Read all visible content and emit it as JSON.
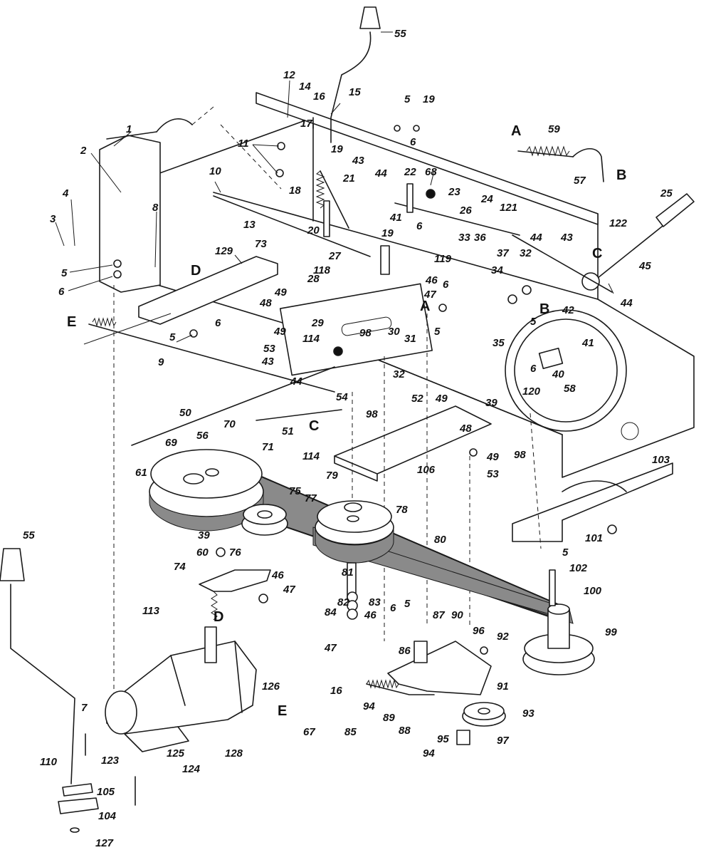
{
  "diagram": {
    "callouts": [
      {
        "id": "c1",
        "text": "1"
      },
      {
        "id": "c2",
        "text": "2"
      },
      {
        "id": "c3",
        "text": "3"
      },
      {
        "id": "c4",
        "text": "4"
      },
      {
        "id": "c5a",
        "text": "5"
      },
      {
        "id": "c6a",
        "text": "6"
      },
      {
        "id": "c8",
        "text": "8"
      },
      {
        "id": "c129",
        "text": "129"
      },
      {
        "id": "c73",
        "text": "73"
      },
      {
        "id": "c5b",
        "text": "5"
      },
      {
        "id": "c6b",
        "text": "6"
      },
      {
        "id": "c9",
        "text": "9"
      },
      {
        "id": "c10",
        "text": "10"
      },
      {
        "id": "c11",
        "text": "11"
      },
      {
        "id": "c12",
        "text": "12"
      },
      {
        "id": "c13",
        "text": "13"
      },
      {
        "id": "c14",
        "text": "14"
      },
      {
        "id": "c16a",
        "text": "16"
      },
      {
        "id": "c17",
        "text": "17"
      },
      {
        "id": "c18",
        "text": "18"
      },
      {
        "id": "c19a",
        "text": "19"
      },
      {
        "id": "c21",
        "text": "21"
      },
      {
        "id": "c20",
        "text": "20"
      },
      {
        "id": "c15",
        "text": "15"
      },
      {
        "id": "c55a",
        "text": "55"
      },
      {
        "id": "c5c",
        "text": "5"
      },
      {
        "id": "c19b",
        "text": "19"
      },
      {
        "id": "c6c",
        "text": "6"
      },
      {
        "id": "c43a",
        "text": "43"
      },
      {
        "id": "c44a",
        "text": "44"
      },
      {
        "id": "c22",
        "text": "22"
      },
      {
        "id": "c68",
        "text": "68"
      },
      {
        "id": "c23",
        "text": "23"
      },
      {
        "id": "c24",
        "text": "24"
      },
      {
        "id": "c26",
        "text": "26"
      },
      {
        "id": "c121",
        "text": "121"
      },
      {
        "id": "c41a",
        "text": "41"
      },
      {
        "id": "c19c",
        "text": "19"
      },
      {
        "id": "c6d",
        "text": "6"
      },
      {
        "id": "c119",
        "text": "119"
      },
      {
        "id": "c27",
        "text": "27"
      },
      {
        "id": "c118",
        "text": "118"
      },
      {
        "id": "c28",
        "text": "28"
      },
      {
        "id": "c49a",
        "text": "49"
      },
      {
        "id": "c48a",
        "text": "48"
      },
      {
        "id": "c29",
        "text": "29"
      },
      {
        "id": "c30",
        "text": "30"
      },
      {
        "id": "c98a",
        "text": "98"
      },
      {
        "id": "c31",
        "text": "31"
      },
      {
        "id": "c46a",
        "text": "46"
      },
      {
        "id": "c47a",
        "text": "47"
      },
      {
        "id": "c5d",
        "text": "5"
      },
      {
        "id": "c33",
        "text": "33"
      },
      {
        "id": "c36",
        "text": "36"
      },
      {
        "id": "c37",
        "text": "37"
      },
      {
        "id": "c32a",
        "text": "32"
      },
      {
        "id": "c34",
        "text": "34"
      },
      {
        "id": "c6e",
        "text": "6"
      },
      {
        "id": "c59",
        "text": "59"
      },
      {
        "id": "c57",
        "text": "57"
      },
      {
        "id": "c25",
        "text": "25"
      },
      {
        "id": "c122",
        "text": "122"
      },
      {
        "id": "c44b",
        "text": "44"
      },
      {
        "id": "c43b",
        "text": "43"
      },
      {
        "id": "c45",
        "text": "45"
      },
      {
        "id": "c42",
        "text": "42"
      },
      {
        "id": "c44c",
        "text": "44"
      },
      {
        "id": "c41b",
        "text": "41"
      },
      {
        "id": "c5e",
        "text": "5"
      },
      {
        "id": "c35",
        "text": "35"
      },
      {
        "id": "c40",
        "text": "40"
      },
      {
        "id": "c58",
        "text": "58"
      },
      {
        "id": "c120",
        "text": "120"
      },
      {
        "id": "c6f",
        "text": "6"
      },
      {
        "id": "c39a",
        "text": "39"
      },
      {
        "id": "c49b",
        "text": "49"
      },
      {
        "id": "c114a",
        "text": "114"
      },
      {
        "id": "c53a",
        "text": "53"
      },
      {
        "id": "c54",
        "text": "54"
      },
      {
        "id": "c43c",
        "text": "43"
      },
      {
        "id": "c44d",
        "text": "44"
      },
      {
        "id": "c32b",
        "text": "32"
      },
      {
        "id": "c98b",
        "text": "98"
      },
      {
        "id": "c52",
        "text": "52"
      },
      {
        "id": "c49c",
        "text": "49"
      },
      {
        "id": "c48b",
        "text": "48"
      },
      {
        "id": "c50",
        "text": "50"
      },
      {
        "id": "c51",
        "text": "51"
      },
      {
        "id": "c56",
        "text": "56"
      },
      {
        "id": "c70",
        "text": "70"
      },
      {
        "id": "c69",
        "text": "69"
      },
      {
        "id": "c71",
        "text": "71"
      },
      {
        "id": "c114b",
        "text": "114"
      },
      {
        "id": "c61",
        "text": "61"
      },
      {
        "id": "c79",
        "text": "79"
      },
      {
        "id": "c75",
        "text": "75"
      },
      {
        "id": "c77",
        "text": "77"
      },
      {
        "id": "c78",
        "text": "78"
      },
      {
        "id": "c106",
        "text": "106"
      },
      {
        "id": "c49d",
        "text": "49"
      },
      {
        "id": "c53b",
        "text": "53"
      },
      {
        "id": "c98c",
        "text": "98"
      },
      {
        "id": "c103",
        "text": "103"
      },
      {
        "id": "c101",
        "text": "101"
      },
      {
        "id": "c5f",
        "text": "5"
      },
      {
        "id": "c102",
        "text": "102"
      },
      {
        "id": "c100",
        "text": "100"
      },
      {
        "id": "c80",
        "text": "80"
      },
      {
        "id": "c39b",
        "text": "39"
      },
      {
        "id": "c60",
        "text": "60"
      },
      {
        "id": "c76",
        "text": "76"
      },
      {
        "id": "c74",
        "text": "74"
      },
      {
        "id": "c46b",
        "text": "46"
      },
      {
        "id": "c47b",
        "text": "47"
      },
      {
        "id": "c81",
        "text": "81"
      },
      {
        "id": "c82",
        "text": "82"
      },
      {
        "id": "c83",
        "text": "83"
      },
      {
        "id": "c84",
        "text": "84"
      },
      {
        "id": "c46c",
        "text": "46"
      },
      {
        "id": "c47c",
        "text": "47"
      },
      {
        "id": "c6g",
        "text": "6"
      },
      {
        "id": "c5g",
        "text": "5"
      },
      {
        "id": "c87",
        "text": "87"
      },
      {
        "id": "c90",
        "text": "90"
      },
      {
        "id": "c96",
        "text": "96"
      },
      {
        "id": "c92",
        "text": "92"
      },
      {
        "id": "c99",
        "text": "99"
      },
      {
        "id": "c86",
        "text": "86"
      },
      {
        "id": "c91",
        "text": "91"
      },
      {
        "id": "c16b",
        "text": "16"
      },
      {
        "id": "c85",
        "text": "85"
      },
      {
        "id": "c94a",
        "text": "94"
      },
      {
        "id": "c89",
        "text": "89"
      },
      {
        "id": "c88",
        "text": "88"
      },
      {
        "id": "c67",
        "text": "67"
      },
      {
        "id": "c93",
        "text": "93"
      },
      {
        "id": "c95",
        "text": "95"
      },
      {
        "id": "c97",
        "text": "97"
      },
      {
        "id": "c94b",
        "text": "94"
      },
      {
        "id": "c113",
        "text": "113"
      },
      {
        "id": "c126",
        "text": "126"
      },
      {
        "id": "c55b",
        "text": "55"
      },
      {
        "id": "c7",
        "text": "7"
      },
      {
        "id": "c123",
        "text": "123"
      },
      {
        "id": "c110",
        "text": "110"
      },
      {
        "id": "c105",
        "text": "105"
      },
      {
        "id": "c104",
        "text": "104"
      },
      {
        "id": "c127",
        "text": "127"
      },
      {
        "id": "c125",
        "text": "125"
      },
      {
        "id": "c124",
        "text": "124"
      },
      {
        "id": "c128",
        "text": "128"
      }
    ],
    "references": [
      {
        "id": "rA1",
        "text": "A"
      },
      {
        "id": "rB1",
        "text": "B"
      },
      {
        "id": "rC1",
        "text": "C"
      },
      {
        "id": "rD1",
        "text": "D"
      },
      {
        "id": "rE1",
        "text": "E"
      },
      {
        "id": "rA2",
        "text": "A"
      },
      {
        "id": "rB2",
        "text": "B"
      },
      {
        "id": "rC2",
        "text": "C"
      },
      {
        "id": "rD2",
        "text": "D"
      },
      {
        "id": "rE2",
        "text": "E"
      }
    ]
  }
}
